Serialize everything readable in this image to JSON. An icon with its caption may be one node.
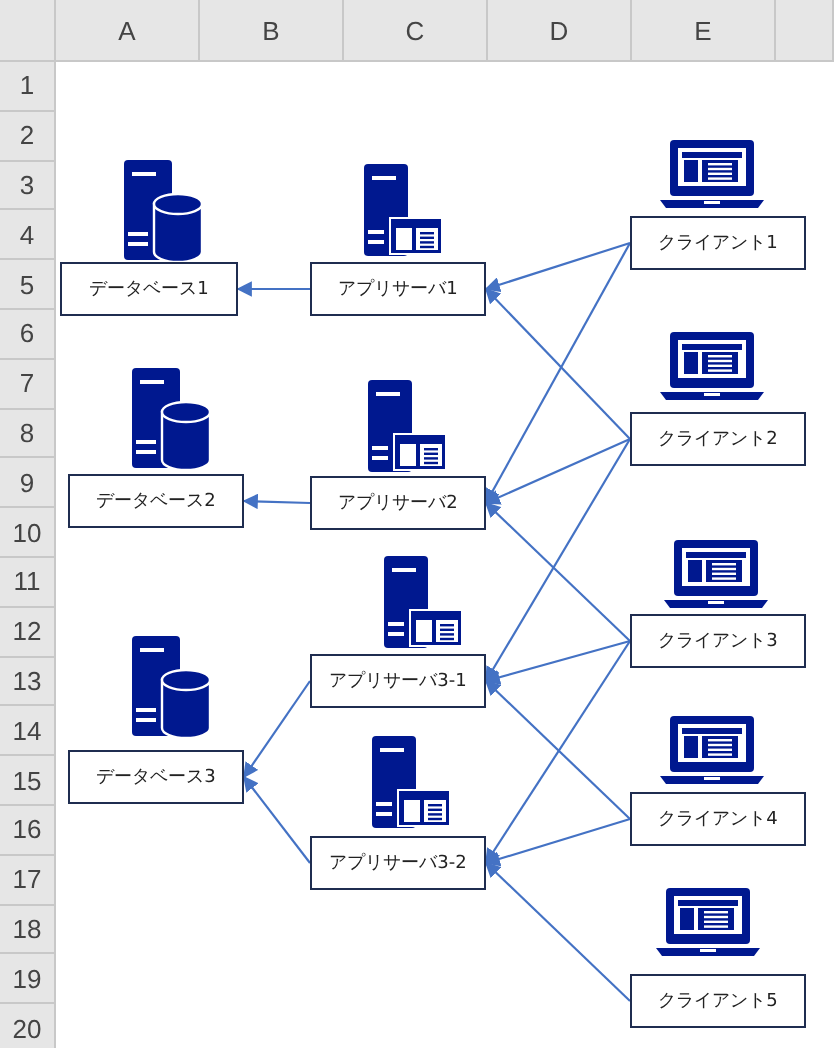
{
  "diagram": {
    "nodes": [
      {
        "text": [
          "データベース1"
        ]
      },
      {
        "text": [
          "アプリサーバ1"
        ]
      },
      {
        "text": [
          "クライアント1"
        ]
      },
      {
        "text": [
          "データベース2"
        ]
      },
      {
        "text": [
          "アプリサーバ2"
        ]
      },
      {
        "text": [
          "クライアント2"
        ]
      },
      {
        "text": [
          "アプリサーバ3-1"
        ]
      },
      {
        "text": [
          "クライアント3"
        ]
      },
      {
        "text": [
          "データベース3"
        ]
      },
      {
        "text": [
          "アプリサーバ3-2"
        ]
      },
      {
        "text": [
          "クライアント4"
        ]
      },
      {
        "text": [
          "クライアント5"
        ]
      }
    ],
    "edges": [
      {
        "from": 1,
        "to": 0,
        "arrow": "to"
      },
      {
        "from": 4,
        "to": 3,
        "arrow": "to"
      },
      {
        "from": 6,
        "to": 8,
        "arrow": "to"
      },
      {
        "from": 9,
        "to": 8,
        "arrow": "to"
      },
      {
        "from": 2,
        "to": 1,
        "arrow": "to"
      },
      {
        "from": 2,
        "to": 4,
        "arrow": "to"
      },
      {
        "from": 5,
        "to": 1,
        "arrow": "to"
      },
      {
        "from": 5,
        "to": 4,
        "arrow": "to"
      },
      {
        "from": 5,
        "to": 6,
        "arrow": "to"
      },
      {
        "from": 7,
        "to": 4,
        "arrow": "to"
      },
      {
        "from": 7,
        "to": 6,
        "arrow": "to"
      },
      {
        "from": 7,
        "to": 9,
        "arrow": "to"
      },
      {
        "from": 10,
        "to": 6,
        "arrow": "to"
      },
      {
        "from": 10,
        "to": 9,
        "arrow": "to"
      },
      {
        "from": 11,
        "to": 9,
        "arrow": "to"
      }
    ],
    "labels": [
      "A",
      "B",
      "C",
      "D",
      "E",
      "1",
      "2",
      "3",
      "4",
      "5",
      "6",
      "7",
      "8",
      "9",
      "10",
      "11",
      "12",
      "13",
      "14",
      "15",
      "16",
      "17",
      "18",
      "19",
      "20"
    ]
  }
}
